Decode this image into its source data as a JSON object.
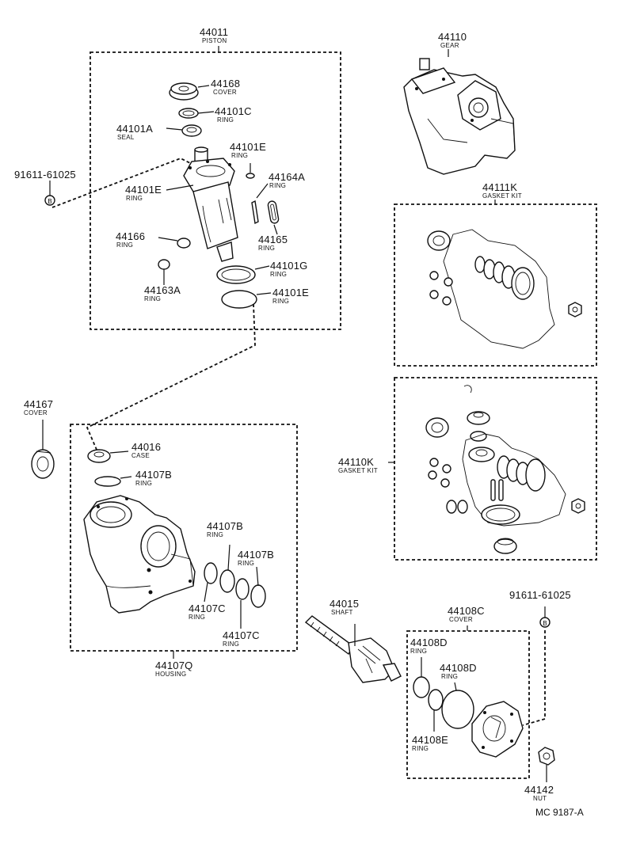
{
  "labels": {
    "p44011": {
      "num": "44011",
      "sub": "PISTON"
    },
    "p44168": {
      "num": "44168",
      "sub": "COVER"
    },
    "p44101C": {
      "num": "44101C",
      "sub": "RING"
    },
    "p44101A": {
      "num": "44101A",
      "sub": "SEAL"
    },
    "p44101E_a": {
      "num": "44101E",
      "sub": "RING"
    },
    "p44101E_b": {
      "num": "44101E",
      "sub": "RING"
    },
    "p44164A": {
      "num": "44164A",
      "sub": "RING"
    },
    "p44166": {
      "num": "44166",
      "sub": "RING"
    },
    "p44165": {
      "num": "44165",
      "sub": "RING"
    },
    "p44101G": {
      "num": "44101G",
      "sub": "RING"
    },
    "p44163A": {
      "num": "44163A",
      "sub": "RING"
    },
    "p44101E_c": {
      "num": "44101E",
      "sub": "RING"
    },
    "p91611_a": {
      "num": "91611-61025",
      "sub": ""
    },
    "p44110": {
      "num": "44110",
      "sub": "GEAR"
    },
    "p44111K": {
      "num": "44111K",
      "sub": "GASKET KIT"
    },
    "p44110K": {
      "num": "44110K",
      "sub": "GASKET KIT"
    },
    "p44167": {
      "num": "44167",
      "sub": "COVER"
    },
    "p44016": {
      "num": "44016",
      "sub": "CASE"
    },
    "p44107B_a": {
      "num": "44107B",
      "sub": "RING"
    },
    "p44107B_b": {
      "num": "44107B",
      "sub": "RING"
    },
    "p44107B_c": {
      "num": "44107B",
      "sub": "RING"
    },
    "p44107C_a": {
      "num": "44107C",
      "sub": "RING"
    },
    "p44107C_b": {
      "num": "44107C",
      "sub": "RING"
    },
    "p44107Q": {
      "num": "44107Q",
      "sub": "HOUSING"
    },
    "p44015": {
      "num": "44015",
      "sub": "SHAFT"
    },
    "p44108C": {
      "num": "44108C",
      "sub": "COVER"
    },
    "p91611_b": {
      "num": "91611-61025",
      "sub": ""
    },
    "p44108D_a": {
      "num": "44108D",
      "sub": "RING"
    },
    "p44108D_b": {
      "num": "44108D",
      "sub": "RING"
    },
    "p44108E": {
      "num": "44108E",
      "sub": "RING"
    },
    "p44142": {
      "num": "44142",
      "sub": "NUT"
    }
  },
  "bolt_marker": "B",
  "figure_ref": "MC 9187-A"
}
